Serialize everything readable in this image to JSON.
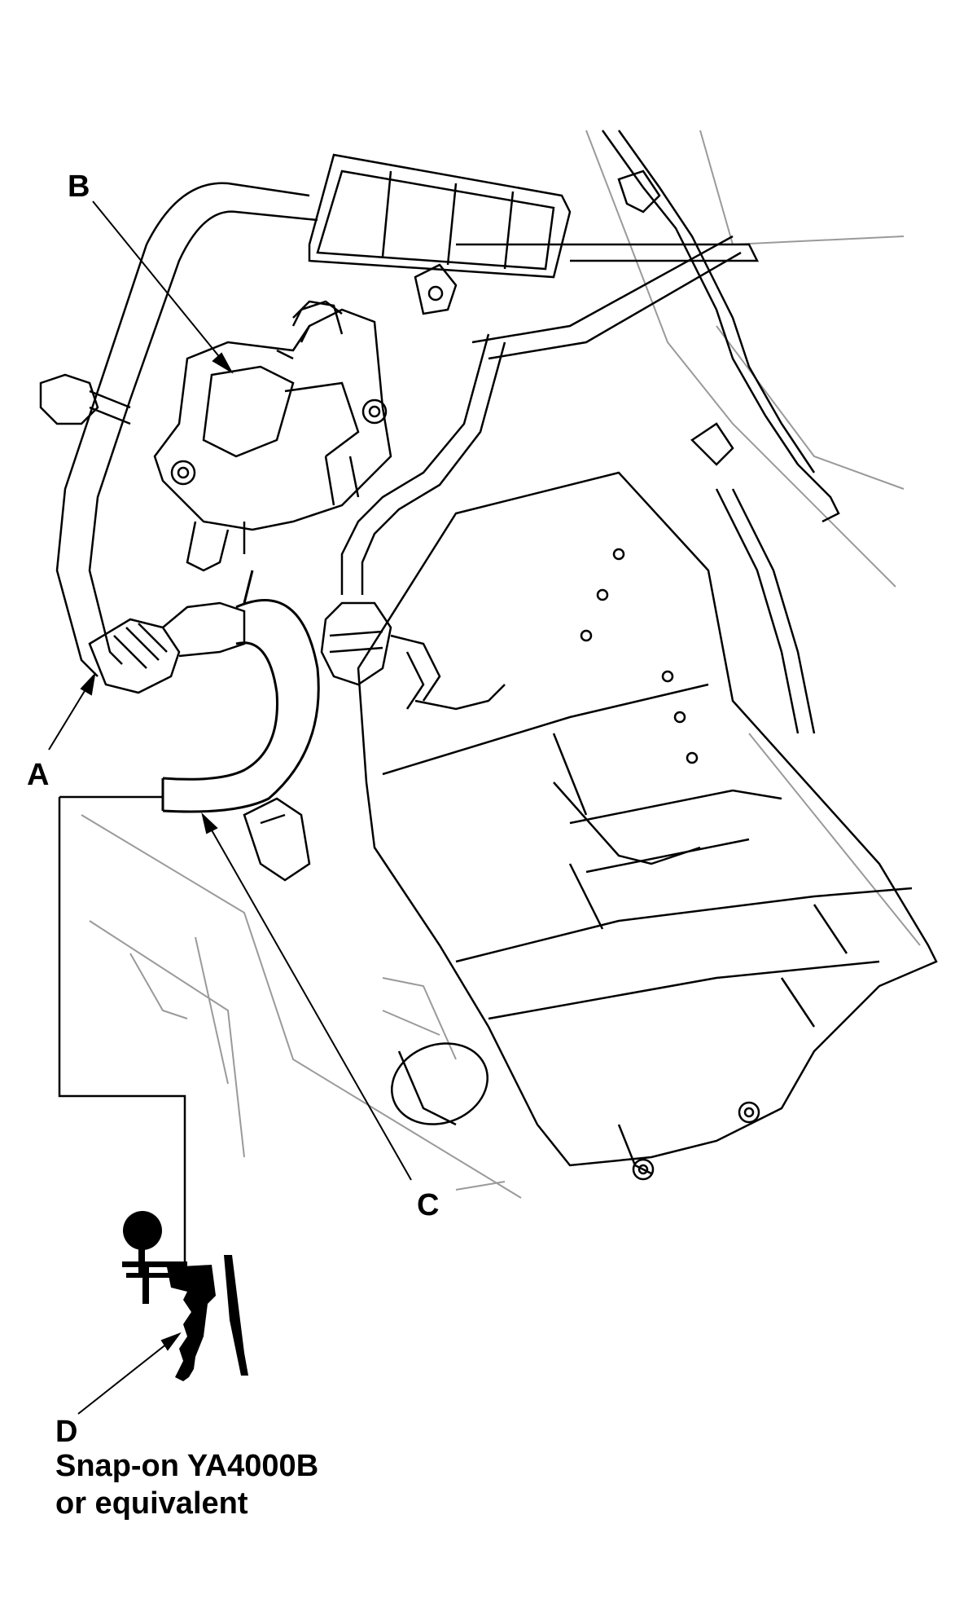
{
  "labels": {
    "a": "A",
    "b": "B",
    "c": "C",
    "d": "D"
  },
  "tool_note": {
    "line1": "Snap-on YA4000B",
    "line2": "or equivalent"
  },
  "colors": {
    "line": "#000000",
    "faint": "#9a9a9a",
    "background": "#ffffff"
  }
}
